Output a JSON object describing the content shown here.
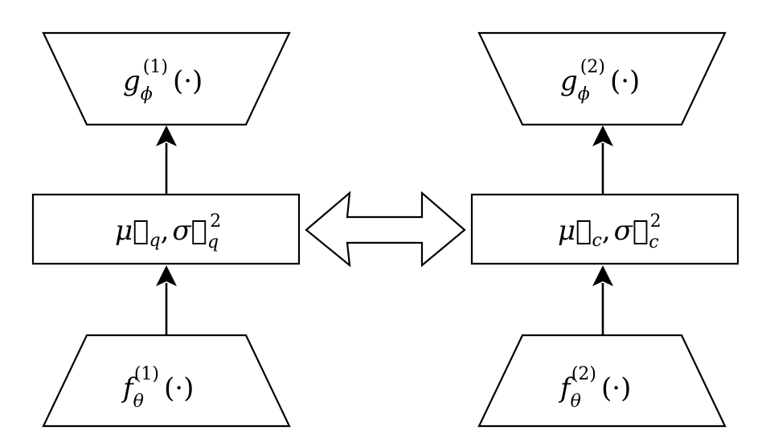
{
  "nodes": {
    "decoder_1": {
      "base": "g",
      "sub": "ϕ",
      "sup": "(1)",
      "arg": "(·)"
    },
    "decoder_2": {
      "base": "g",
      "sub": "ϕ",
      "sup": "(2)",
      "arg": "(·)"
    },
    "latent_q": {
      "mu": "μ⃗",
      "mu_sub": "q",
      "sep": ",",
      "sigma": "σ⃗",
      "sigma_sub": "q",
      "sigma_sup": "2"
    },
    "latent_c": {
      "mu": "μ⃗",
      "mu_sub": "c",
      "sep": ",",
      "sigma": "σ⃗",
      "sigma_sub": "c",
      "sigma_sup": "2"
    },
    "encoder_1": {
      "base": "f",
      "sub": "θ",
      "sup": "(1)",
      "arg": "(·)"
    },
    "encoder_2": {
      "base": "f",
      "sub": "θ",
      "sup": "(2)",
      "arg": "(·)"
    }
  }
}
